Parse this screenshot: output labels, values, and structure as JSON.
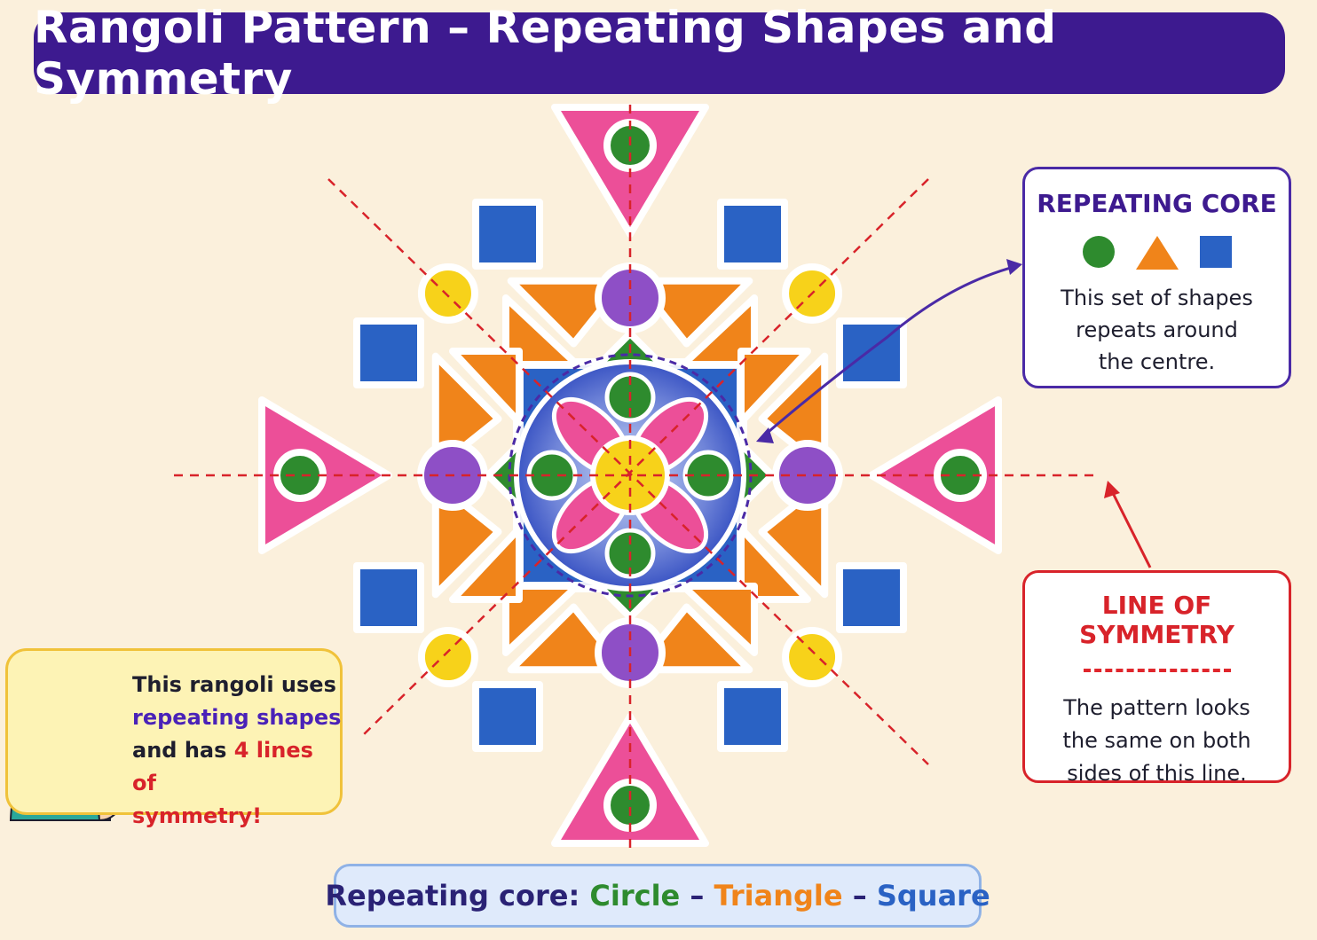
{
  "title": "Rangoli Pattern – Repeating Shapes and Symmetry",
  "core_callout": {
    "heading": "REPEATING CORE",
    "icons": [
      "green-circle-icon",
      "orange-triangle-icon",
      "blue-square-icon"
    ],
    "lines": [
      "This set of shapes",
      "repeats around",
      "the centre."
    ]
  },
  "symmetry_callout": {
    "heading": "LINE OF SYMMETRY",
    "lines": [
      "The pattern looks",
      "the same on both",
      "sides of this line."
    ]
  },
  "kid_note": {
    "line1": "This rangoli uses",
    "highlight1": "repeating shapes",
    "line3_prefix": "and has ",
    "highlight2": "4 lines of",
    "highlight3": "symmetry!"
  },
  "bottom_bar": {
    "label": "Repeating core: ",
    "circle": "Circle",
    "sep1": " – ",
    "triangle": "Triangle",
    "sep2": " – ",
    "square": "Square"
  },
  "colors": {
    "title_bg": "#3d1a8f",
    "green": "#2e8b2e",
    "orange": "#f0841a",
    "blue": "#2a62c4",
    "pink": "#ec4f98",
    "purple": "#8e4fc6",
    "yellow": "#f7d21a",
    "red": "#d8232a"
  }
}
